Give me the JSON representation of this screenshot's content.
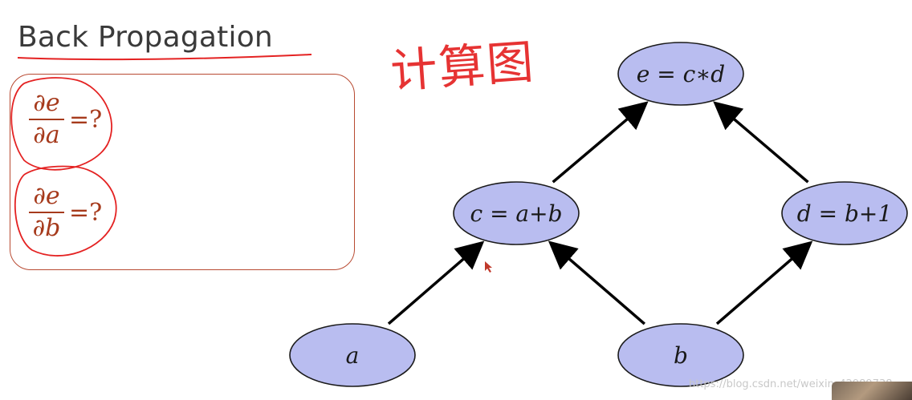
{
  "slide": {
    "title": "Back Propagation",
    "handwritten_note": "计算图",
    "questions": [
      {
        "numerator": "∂e",
        "denominator": "∂a",
        "suffix": "=?"
      },
      {
        "numerator": "∂e",
        "denominator": "∂b",
        "suffix": "=?"
      }
    ]
  },
  "graph": {
    "nodes": [
      {
        "id": "e",
        "label": "e = c∗d"
      },
      {
        "id": "c",
        "label": "c = a+b"
      },
      {
        "id": "d",
        "label": "d = b+1"
      },
      {
        "id": "a",
        "label": "a"
      },
      {
        "id": "b",
        "label": "b"
      }
    ],
    "edges": [
      {
        "from": "a",
        "to": "c"
      },
      {
        "from": "b",
        "to": "c"
      },
      {
        "from": "b",
        "to": "d"
      },
      {
        "from": "c",
        "to": "e"
      },
      {
        "from": "d",
        "to": "e"
      }
    ],
    "node_fill": "#b9bdf0",
    "node_stroke": "#1a1a1a"
  },
  "colors": {
    "annotation_red": "#e42222",
    "question_brown": "#a63a1c"
  },
  "watermark": "https://blog.csdn.net/weixin_42989738"
}
